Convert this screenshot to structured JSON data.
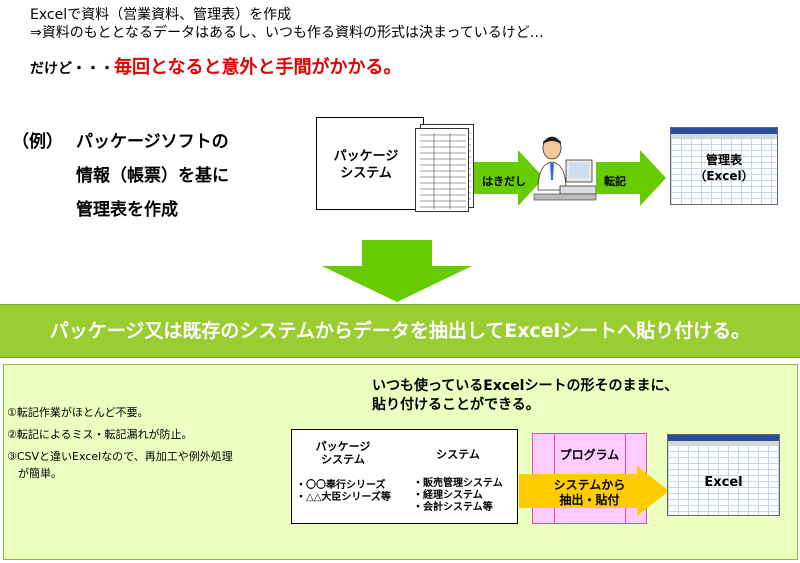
{
  "header": {
    "line1": "Excelで資料（営業資料、管理表）を作成",
    "line2": "⇒資料のもととなるデータはあるし、いつも作る資料の形式は決まっているけど…",
    "line3_prefix": "だけど・・・",
    "line3_emphasis": "毎回となると意外と手間がかかる。"
  },
  "example": {
    "label": "（例）",
    "lines": [
      "パッケージソフトの",
      "情報（帳票）を基に",
      "管理表を作成"
    ]
  },
  "flow": {
    "package_system": "パッケージ\nシステム",
    "arrow1_label": "はきだし",
    "arrow2_label": "転記",
    "result_title": "管理表",
    "result_sub": "（Excel）"
  },
  "banner": {
    "text": "パッケージ又は既存のシステムからデータを抽出してExcelシートへ貼り付ける。"
  },
  "lower": {
    "title_line1": "いつも使っているExcelシートの形そのままに、",
    "title_line2": "貼り付けることができる。",
    "benefits": [
      "①転記作業がほとんど不要。",
      "②転記によるミス・転記漏れが防止。",
      "③CSVと違いExcelなので、再加工や例外処理",
      "　が簡単。"
    ],
    "package_header": "パッケージ\nシステム",
    "package_items": [
      "・〇〇奉行シリーズ",
      "・△△大臣シリーズ等"
    ],
    "system_header": "システム",
    "system_items": [
      "・販売管理システム",
      "・経理システム",
      "・会計システム等"
    ],
    "program_title": "プログラム",
    "program_sub": "システムから\n抽出・貼付",
    "excel_label": "Excel"
  },
  "colors": {
    "emphasis_red": "#e00000",
    "arrow_green": "#66cc00",
    "banner_green": "#9acd32",
    "lower_bg": "#eaffc0",
    "program_pink": "#ffccff",
    "arrow_yellow": "#ffcc00"
  }
}
